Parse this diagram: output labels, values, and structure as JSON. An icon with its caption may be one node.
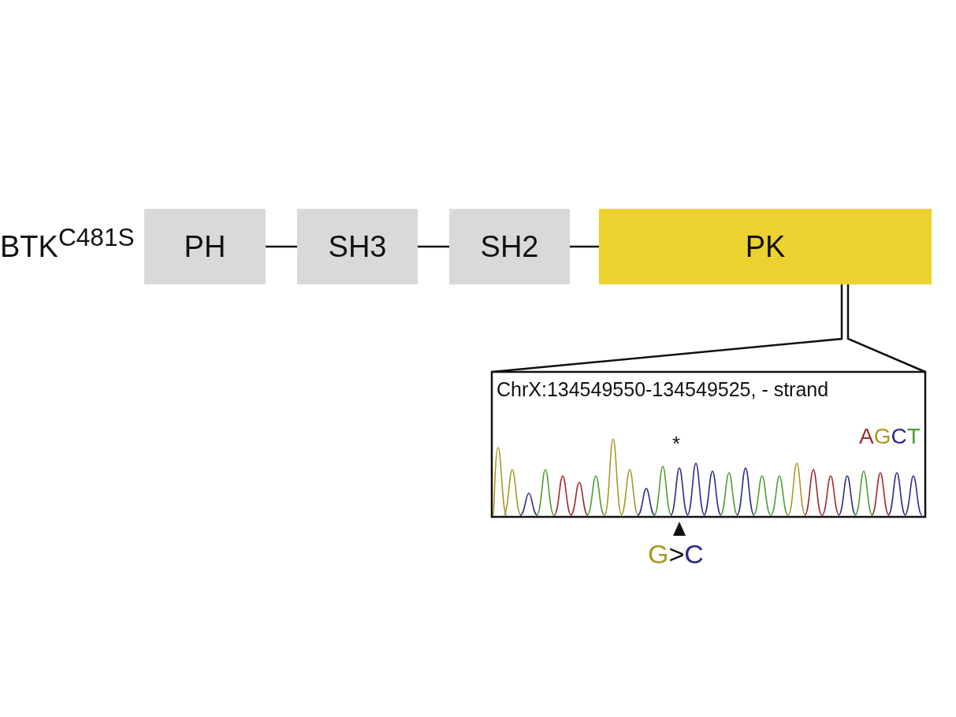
{
  "diagram": {
    "nodes": [
      {
        "text": [
          "PH"
        ]
      },
      {
        "text": [
          "SH3"
        ]
      },
      {
        "text": [
          "SH2"
        ]
      },
      {
        "text": [
          "PK"
        ]
      },
      {
        "text": [
          "ChrX:134549550-134549525, - strand"
        ]
      }
    ],
    "edges": [
      {
        "from": 0,
        "to": 1,
        "arrow": "none"
      },
      {
        "from": 1,
        "to": 2,
        "arrow": "none"
      },
      {
        "from": 2,
        "to": 3,
        "arrow": "none"
      },
      {
        "from": 3,
        "to": 4,
        "arrow": "none"
      }
    ],
    "labels": [
      "BTK$^{C481S}$",
      "*",
      "AGCT",
      "G>C"
    ]
  }
}
